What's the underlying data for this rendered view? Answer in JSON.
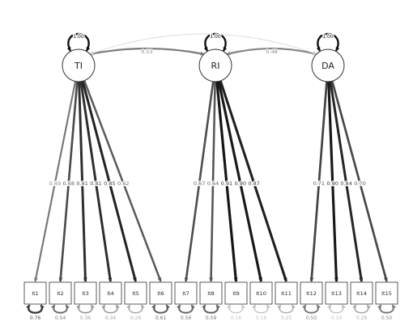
{
  "latents": [
    {
      "id": "TI",
      "label": "TI",
      "variance": "1.00",
      "items": [
        0,
        1,
        2,
        3,
        4,
        5
      ]
    },
    {
      "id": "RI",
      "label": "RI",
      "variance": "1.00",
      "items": [
        6,
        7,
        8,
        9,
        10
      ]
    },
    {
      "id": "DA",
      "label": "DA",
      "variance": "1.00",
      "items": [
        11,
        12,
        13,
        14
      ]
    }
  ],
  "items": [
    {
      "label": "It1",
      "loading": "0.49",
      "residual": "0.76"
    },
    {
      "label": "It2",
      "loading": "0.68",
      "residual": "0.54"
    },
    {
      "label": "It3",
      "loading": "0.81",
      "residual": "0.36"
    },
    {
      "label": "It4",
      "loading": "0.81",
      "residual": "0.34"
    },
    {
      "label": "It5",
      "loading": "0.85",
      "residual": "0.28"
    },
    {
      "label": "It6",
      "loading": "0.62",
      "residual": "0.61"
    },
    {
      "label": "It7",
      "loading": "0.67",
      "residual": "0.56"
    },
    {
      "label": "It8",
      "loading": "0.64",
      "residual": "0.59"
    },
    {
      "label": "It9",
      "loading": "0.91",
      "residual": "0.16"
    },
    {
      "label": "It10",
      "loading": "0.90",
      "residual": "0.18"
    },
    {
      "label": "It11",
      "loading": "0.87",
      "residual": "0.25"
    },
    {
      "label": "It12",
      "loading": "0.71",
      "residual": "0.50"
    },
    {
      "label": "It13",
      "loading": "0.90",
      "residual": "0.19"
    },
    {
      "label": "It14",
      "loading": "0.84",
      "residual": "0.29"
    },
    {
      "label": "It15",
      "loading": "0.70",
      "residual": "0.50"
    }
  ],
  "correlations": [
    {
      "from": "TI",
      "to": "RI",
      "label": "0.53"
    },
    {
      "from": "RI",
      "to": "DA",
      "label": "0.48"
    },
    {
      "from": "TI",
      "to": "DA",
      "label": ""
    }
  ]
}
